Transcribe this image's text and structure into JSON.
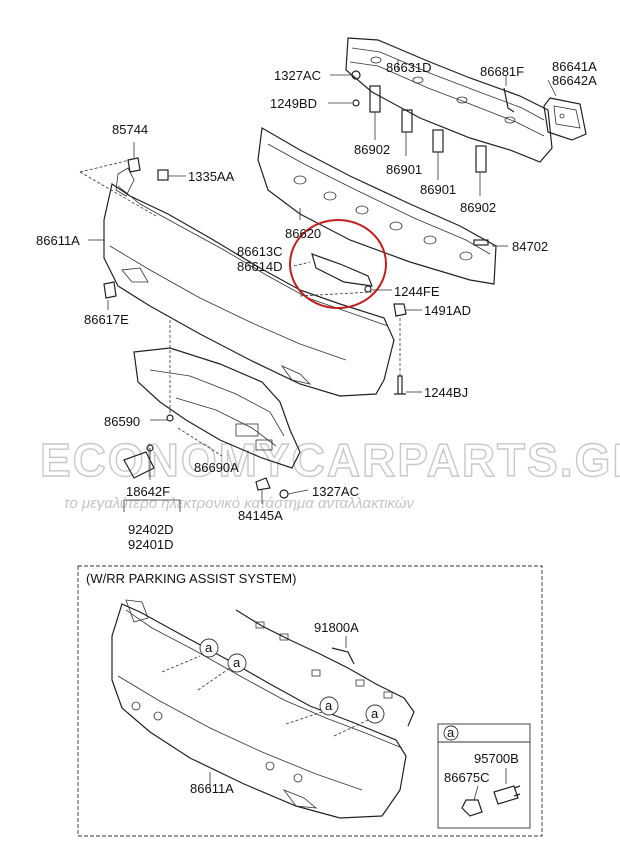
{
  "part_labels": {
    "p1327AC_top": "1327AC",
    "p86631D": "86631D",
    "p86681F": "86681F",
    "p86641A": "86641A",
    "p86642A": "86642A",
    "p1249BD": "1249BD",
    "p85744": "85744",
    "p1335AA": "1335AA",
    "p86902_a": "86902",
    "p86901_a": "86901",
    "p86901_b": "86901",
    "p86902_b": "86902",
    "p86611A_top": "86611A",
    "p86620": "86620",
    "p84702": "84702",
    "p86613C": "86613C",
    "p86614D": "86614D",
    "p1244FE": "1244FE",
    "p86617E": "86617E",
    "p1491AD": "1491AD",
    "p1244BJ": "1244BJ",
    "p86590": "86590",
    "p86690A": "86690A",
    "p18642F": "18642F",
    "p1327AC_bot": "1327AC",
    "p84145A": "84145A",
    "p92402D": "92402D",
    "p92401D": "92401D",
    "p91800A": "91800A",
    "p86611A_bot": "86611A",
    "p95700B": "95700B",
    "p86675C": "86675C"
  },
  "inset": {
    "title": "(W/RR PARKING ASSIST SYSTEM)",
    "callout_letter": "a",
    "detail_letter": "a"
  },
  "watermark": {
    "main": "ECONOMYCARPARTS.GR",
    "tagline": "το μεγαλύτερο ηλεκτρονικό κατάστημα ανταλλακτικών"
  },
  "colors": {
    "highlight_circle": "#c0201e",
    "line": "#222222",
    "watermark": "#c8c8c8"
  }
}
